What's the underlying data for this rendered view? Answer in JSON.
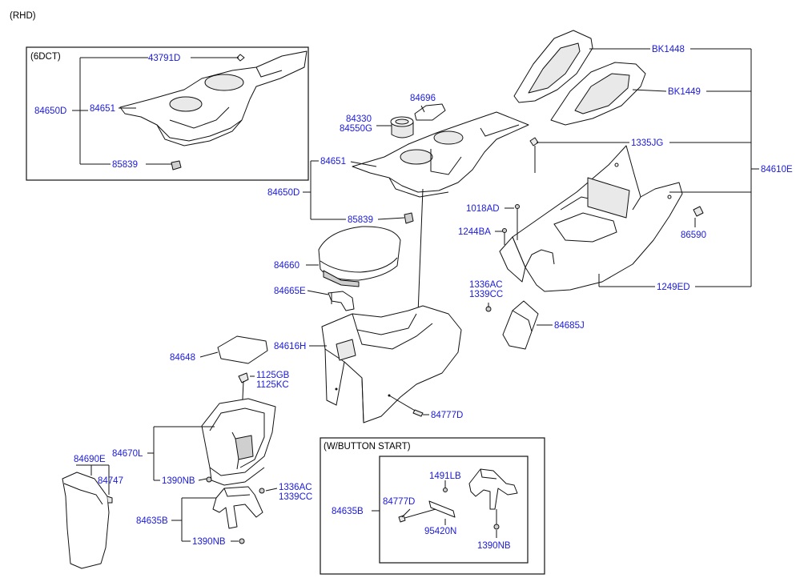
{
  "header": {
    "variant": "(RHD)"
  },
  "boxes": {
    "dct": "(6DCT)",
    "button_start": "(W/BUTTON START)"
  },
  "labels": {
    "p43791D": "43791D",
    "p84650D_a": "84650D",
    "p84651_a": "84651",
    "p85839_a": "85839",
    "p84696": "84696",
    "p84330": "84330",
    "p84550G": "84550G",
    "p84651_b": "84651",
    "p84650D_b": "84650D",
    "p85839_b": "85839",
    "p84660": "84660",
    "p84665E": "84665E",
    "p84616H": "84616H",
    "p84648": "84648",
    "p1125GB": "1125GB",
    "p1125KC": "1125KC",
    "p84777D_a": "84777D",
    "p84670L": "84670L",
    "p1390NB_a": "1390NB",
    "p1336AC_a": "1336AC",
    "p1339CC_a": "1339CC",
    "p84635B_a": "84635B",
    "p1390NB_b": "1390NB",
    "p84690E": "84690E",
    "p84747": "84747",
    "pBK1448": "BK1448",
    "pBK1449": "BK1449",
    "p1335JG": "1335JG",
    "p84610E": "84610E",
    "p1018AD": "1018AD",
    "p1244BA": "1244BA",
    "p86590": "86590",
    "p1336AC_b": "1336AC",
    "p1339CC_b": "1339CC",
    "p84685J": "84685J",
    "p1249ED": "1249ED",
    "p84635B_b": "84635B",
    "p1491LB": "1491LB",
    "p84777D_b": "84777D",
    "p95420N": "95420N",
    "p1390NB_c": "1390NB"
  },
  "colors": {
    "label": "#1a1adc",
    "line": "#111111",
    "background": "#ffffff"
  }
}
